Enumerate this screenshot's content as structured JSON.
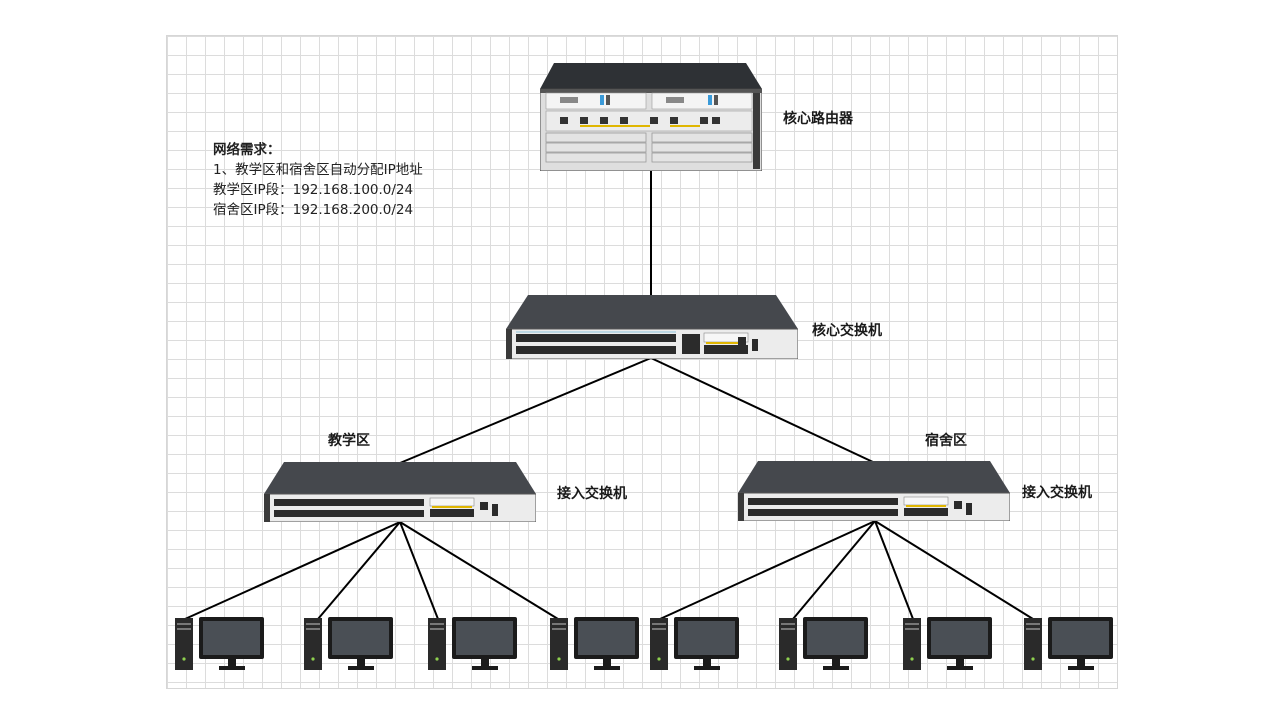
{
  "requirements": {
    "title": "网络需求：",
    "line1": "1、教学区和宿舍区自动分配IP地址",
    "line2": "教学区IP段：192.168.100.0/24",
    "line3": "宿舍区IP段：192.168.200.0/24"
  },
  "labels": {
    "core_router": "核心路由器",
    "core_switch": "核心交换机",
    "teaching_zone": "教学区",
    "dorm_zone": "宿舍区",
    "access_switch_left": "接入交换机",
    "access_switch_right": "接入交换机"
  },
  "icons": {
    "router": "router-icon",
    "switch": "switch-icon",
    "pc": "desktop-pc-icon"
  },
  "colors": {
    "link": "#000000",
    "chassis": "#3c3f44",
    "panel": "#e9e9e9",
    "grid": "#dcdcdc"
  }
}
